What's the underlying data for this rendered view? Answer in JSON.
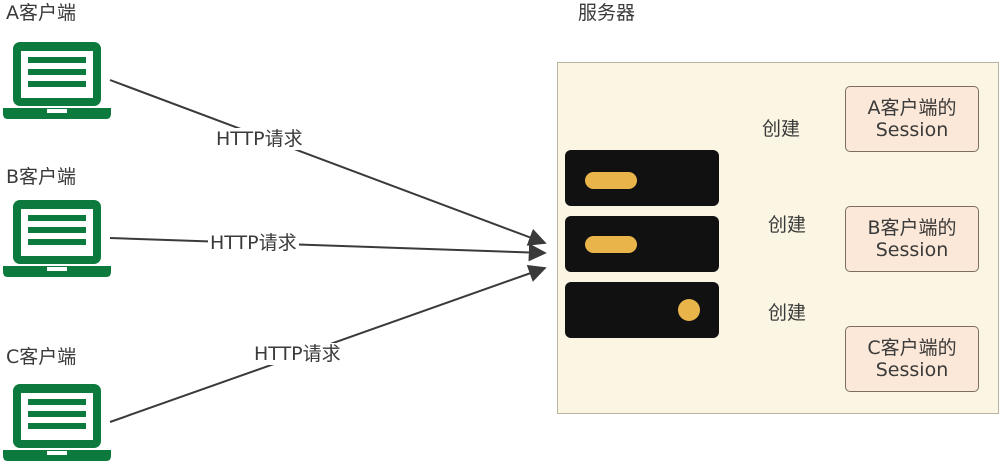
{
  "clients": [
    {
      "label": "A客户端"
    },
    {
      "label": "B客户端"
    },
    {
      "label": "C客户端"
    }
  ],
  "server": {
    "title": "服务器"
  },
  "requests": [
    {
      "label": "HTTP请求"
    },
    {
      "label": "HTTP请求"
    },
    {
      "label": "HTTP请求"
    }
  ],
  "create_labels": [
    "创建",
    "创建",
    "创建"
  ],
  "sessions": [
    {
      "line1": "A客户端的",
      "line2": "Session"
    },
    {
      "line1": "B客户端的",
      "line2": "Session"
    },
    {
      "line1": "C客户端的",
      "line2": "Session"
    }
  ],
  "colors": {
    "client_green": "#0d7a3d",
    "server_black": "#111111",
    "server_slot": "#e9b54a",
    "panel_bg": "#fbf6e3",
    "session_bg": "#fbe8d8"
  }
}
